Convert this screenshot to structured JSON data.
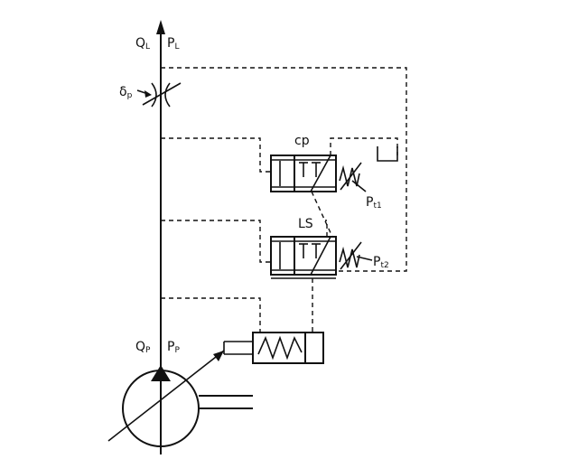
{
  "labels": {
    "flow_load": "Q",
    "flow_load_sub": "L",
    "pressure_load": "P",
    "pressure_load_sub": "L",
    "orifice": "δ",
    "orifice_sub": "p",
    "valve_cp": "cp",
    "valve_ls": "LS",
    "spring_cp": "P",
    "spring_cp_sub": "t1",
    "spring_ls": "P",
    "spring_ls_sub": "t2",
    "flow_pump": "Q",
    "flow_pump_sub": "P",
    "pressure_pump": "P",
    "pressure_pump_sub": "P"
  },
  "icons": {
    "up_arrow": "arrow-up-icon",
    "orifice": "variable-orifice-icon",
    "tank": "tank-icon",
    "pump": "variable-pump-icon"
  }
}
